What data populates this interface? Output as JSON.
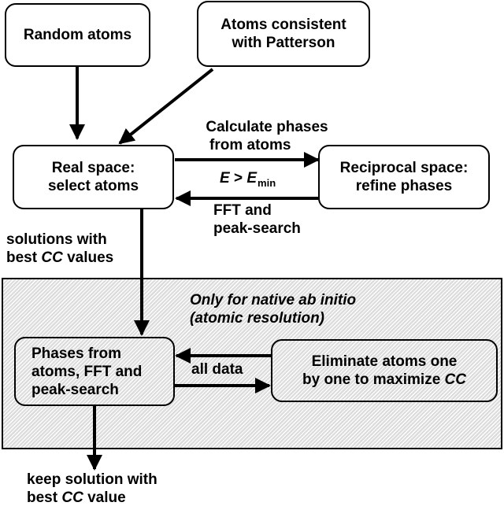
{
  "boxes": {
    "random_atoms": "Random atoms",
    "patterson": [
      "Atoms consistent",
      "with Patterson"
    ],
    "real_space": [
      "Real space:",
      "select atoms"
    ],
    "reciprocal_space": [
      "Reciprocal space:",
      "refine phases"
    ],
    "phases_from_atoms": [
      "Phases from",
      "atoms, FFT and",
      "peak-search"
    ],
    "eliminate_atoms": {
      "line1": "Eliminate atoms one",
      "line2_prefix": "by one to maximize ",
      "line2_cc": "CC"
    }
  },
  "labels": {
    "calculate_phases": [
      "Calculate phases",
      "from atoms"
    ],
    "emin": {
      "e": "E",
      "gt": " > ",
      "e2": "E",
      "sub": "min"
    },
    "fft_peak": [
      "FFT and",
      "peak-search"
    ],
    "solutions": {
      "line1": "solutions with",
      "line2_prefix": "best ",
      "line2_cc": "CC",
      "line2_suffix": " values"
    },
    "only_native": [
      "Only for native ab initio",
      "(atomic resolution)"
    ],
    "all_data": "all data",
    "keep_solution": {
      "line1": "keep solution with",
      "line2_prefix": "best ",
      "line2_cc": "CC",
      "line2_suffix": " value"
    }
  },
  "colors": {
    "ink": "#000000",
    "background": "#ffffff",
    "shaded_region": "#dcdcdc"
  }
}
